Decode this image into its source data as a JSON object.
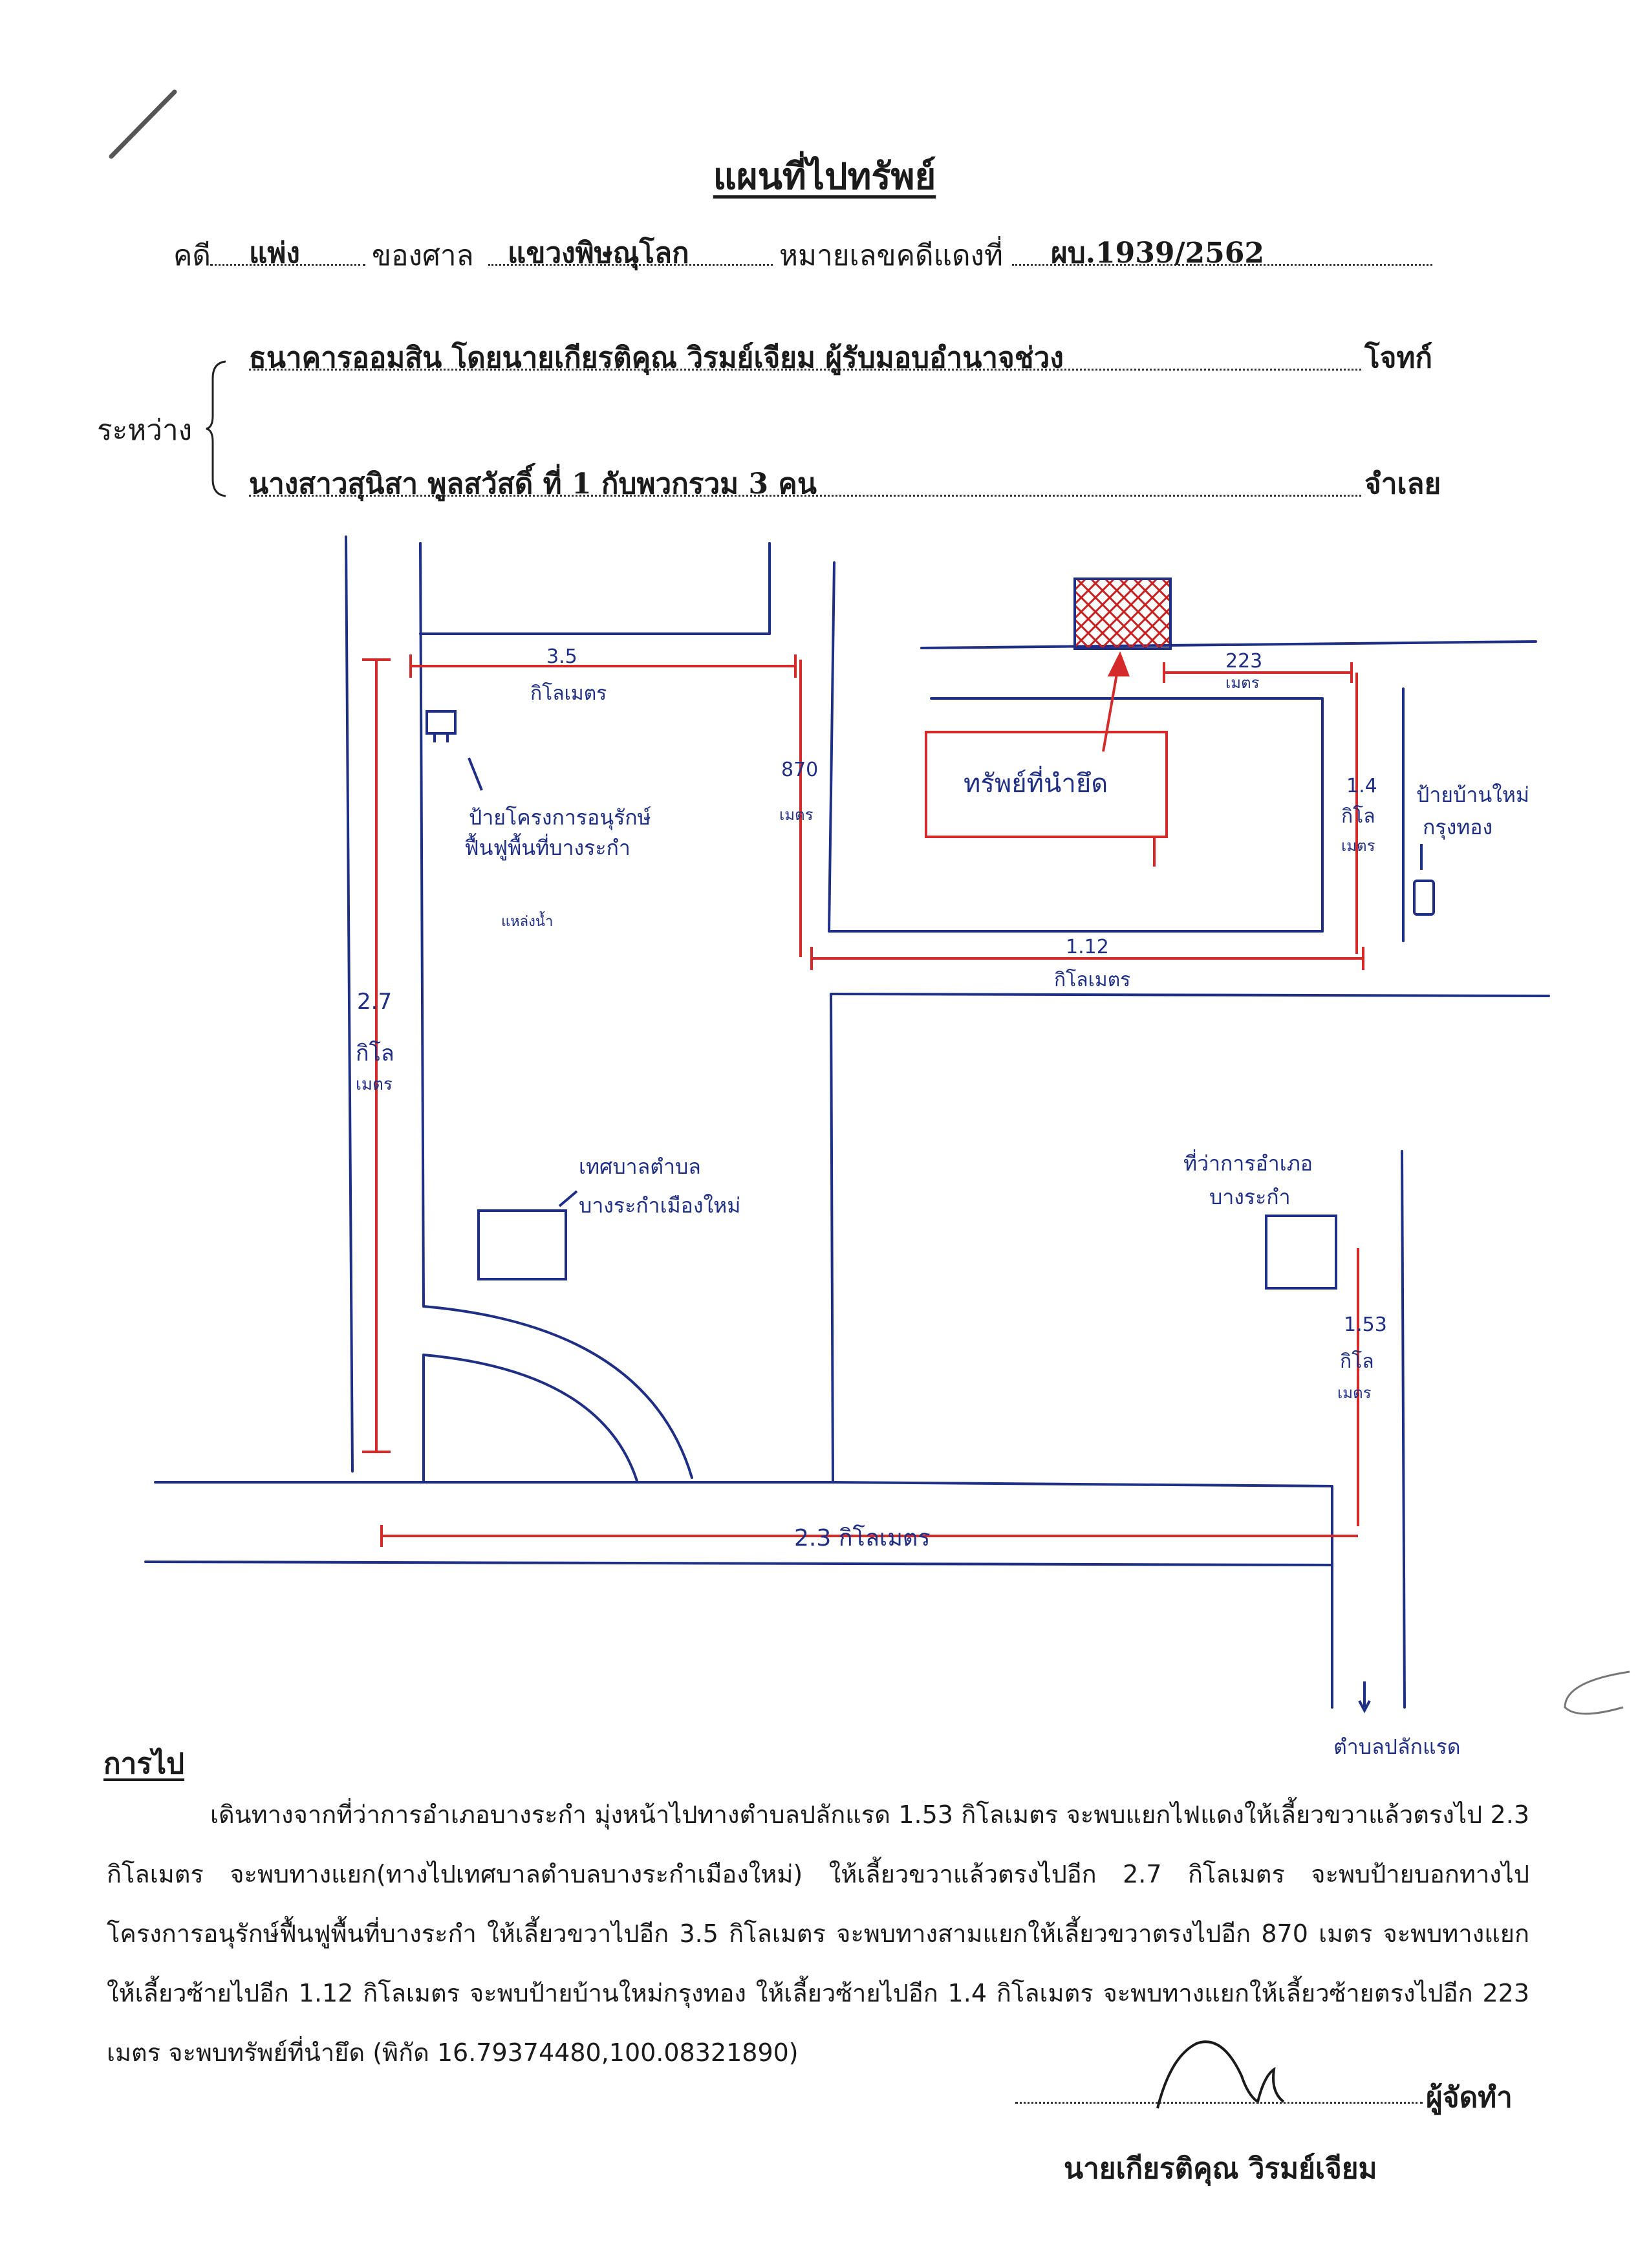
{
  "title": "แผนที่ไปทรัพย์",
  "case": {
    "label_case": "คดี",
    "case_type": "แพ่ง",
    "label_court": "ของศาล",
    "court": "แขวงพิษณุโลก",
    "label_number": "หมายเลขคดีแดงที่",
    "number": "ผบ.1939/2562"
  },
  "parties": {
    "between_label": "ระหว่าง",
    "plaintiff": "ธนาคารออมสิน โดยนายเกียรติคุณ วิรมย์เจียม ผู้รับมอบอำนาจช่วง",
    "plaintiff_role": "โจทก์",
    "defendant": "นางสาวสุนิสา พูลสวัสดิ์ ที่ 1 กับพวกรวม 3 คน",
    "defendant_role": "จำเลย"
  },
  "map": {
    "accent_red": "#d42a2a",
    "ink_blue": "#1f2f86",
    "labels": {
      "dist_3_5": "3.5",
      "dist_3_5_unit": "กิโลเมตร",
      "dist_870": "870",
      "dist_870_unit": "เมตร",
      "dist_223": "223",
      "dist_223_unit": "เมตร",
      "property_label": "ทรัพย์ที่นำยึด",
      "dist_1_4": "1.4",
      "dist_1_4_unit1": "กิโล",
      "dist_1_4_unit2": "เมตร",
      "village_sign_line1": "ป้ายบ้านใหม่",
      "village_sign_line2": "กรุงทอง",
      "conservation_sign_line1": "ป้ายโครงการอนุรักษ์",
      "conservation_sign_line2": "ฟื้นฟูพื้นที่บางระกำ",
      "conservation_sign_line3": "แหล่งน้ำ",
      "dist_1_12": "1.12",
      "dist_1_12_unit": "กิโลเมตร",
      "dist_2_7": "2.7",
      "dist_2_7_unit1": "กิโล",
      "dist_2_7_unit2": "เมตร",
      "municipality_line1": "เทศบาลตำบล",
      "municipality_line2": "บางระกำเมืองใหม่",
      "district_office_line1": "ที่ว่าการอำเภอ",
      "district_office_line2": "บางระกำ",
      "dist_1_53": "1.53",
      "dist_1_53_unit1": "กิโล",
      "dist_1_53_unit2": "เมตร",
      "dist_2_3": "2.3 กิโลเมตร",
      "to_plakraet": "ตำบลปลักแรด"
    }
  },
  "directions": {
    "heading": "การไป",
    "text": "เดินทางจากที่ว่าการอำเภอบางระกำ มุ่งหน้าไปทางตำบลปลักแรด 1.53 กิโลเมตร จะพบแยกไฟแดงให้เลี้ยวขวาแล้วตรงไป 2.3 กิโลเมตร จะพบทางแยก(ทางไปเทศบาลตำบลบางระกำเมืองใหม่) ให้เลี้ยวขวาแล้วตรงไปอีก 2.7 กิโลเมตร จะพบป้ายบอกทางไปโครงการอนุรักษ์ฟื้นฟูพื้นที่บางระกำ ให้เลี้ยวขวาไปอีก 3.5 กิโลเมตร จะพบทางสามแยกให้เลี้ยวขวาตรงไปอีก 870 เมตร จะพบทางแยกให้เลี้ยวซ้ายไปอีก 1.12 กิโลเมตร จะพบป้ายบ้านใหม่กรุงทอง ให้เลี้ยวซ้ายไปอีก 1.4 กิโลเมตร จะพบทางแยกให้เลี้ยวซ้ายตรงไปอีก 223 เมตร   จะพบทรัพย์ที่นำยึด (พิกัด 16.79374480,100.08321890)"
  },
  "signature": {
    "role": "ผู้จัดทำ",
    "name": "นายเกียรติคุณ วิรมย์เจียม"
  }
}
